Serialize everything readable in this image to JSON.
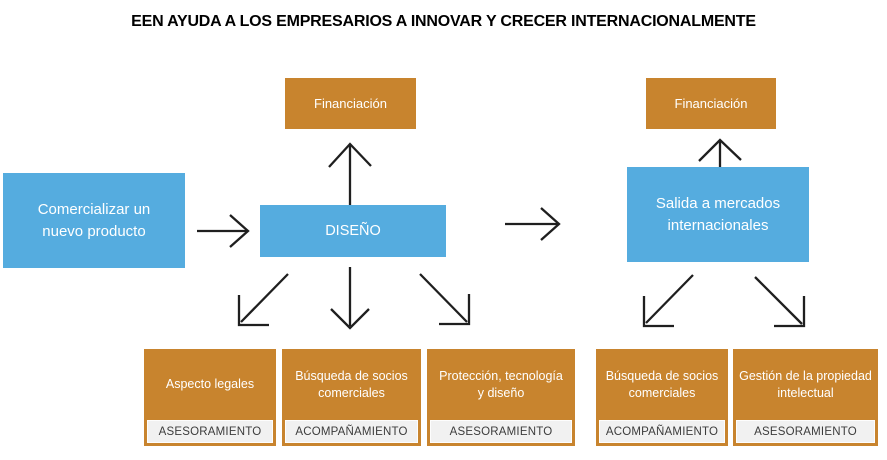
{
  "title": "EEN AYUDA A LOS EMPRESARIOS A INNOVAR Y CRECER INTERNACIONALMENTE",
  "colors": {
    "orange": "#C8842E",
    "blue": "#55ACDF",
    "band-bg": "#F1F1F1",
    "band-text": "#3C3C3C",
    "arrow": "#1F1F1F"
  },
  "flow": {
    "funding_left": {
      "label": "Financiación"
    },
    "funding_right": {
      "label": "Financiación"
    },
    "start": {
      "label": "Comercializar un nuevo producto"
    },
    "design": {
      "label": "DISEÑO"
    },
    "markets": {
      "label": "Salida a mercados internacionales"
    }
  },
  "services": [
    {
      "label": "Aspecto legales",
      "tag": "ASESORAMIENTO"
    },
    {
      "label": "Búsqueda de socios comerciales",
      "tag": "ACOMPAÑAMIENTO"
    },
    {
      "label": "Protección, tecnología y diseño",
      "tag": "ASESORAMIENTO"
    },
    {
      "label": "Búsqueda de socios comerciales",
      "tag": "ACOMPAÑAMIENTO"
    },
    {
      "label": "Gestión de la propiedad intelectual",
      "tag": "ASESORAMIENTO"
    }
  ]
}
